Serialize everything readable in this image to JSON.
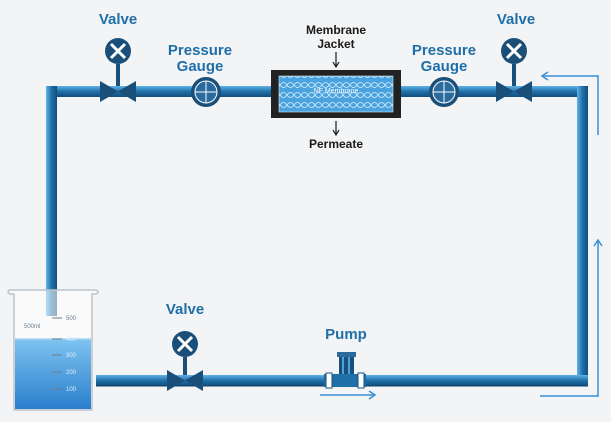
{
  "labels": {
    "valve_top_left": "Valve",
    "valve_top_right": "Valve",
    "valve_bottom": "Valve",
    "pressure_gauge_left": [
      "Pressure",
      "Gauge"
    ],
    "pressure_gauge_right": [
      "Pressure",
      "Gauge"
    ],
    "membrane_jacket": [
      "Membrane",
      "Jacket"
    ],
    "nf_membrane": "NF Membrane",
    "permeate": "Permeate",
    "pump": "Pump"
  },
  "beaker": {
    "volume_label": "500ml",
    "scale": [
      "500",
      "400",
      "300",
      "200",
      "100"
    ]
  },
  "colors": {
    "pipe": "#1f6fa8",
    "pipe_light": "#4aa3df",
    "valve": "#1a4f7a",
    "water": "#3a8fd6",
    "label": "#1f6fa8"
  }
}
